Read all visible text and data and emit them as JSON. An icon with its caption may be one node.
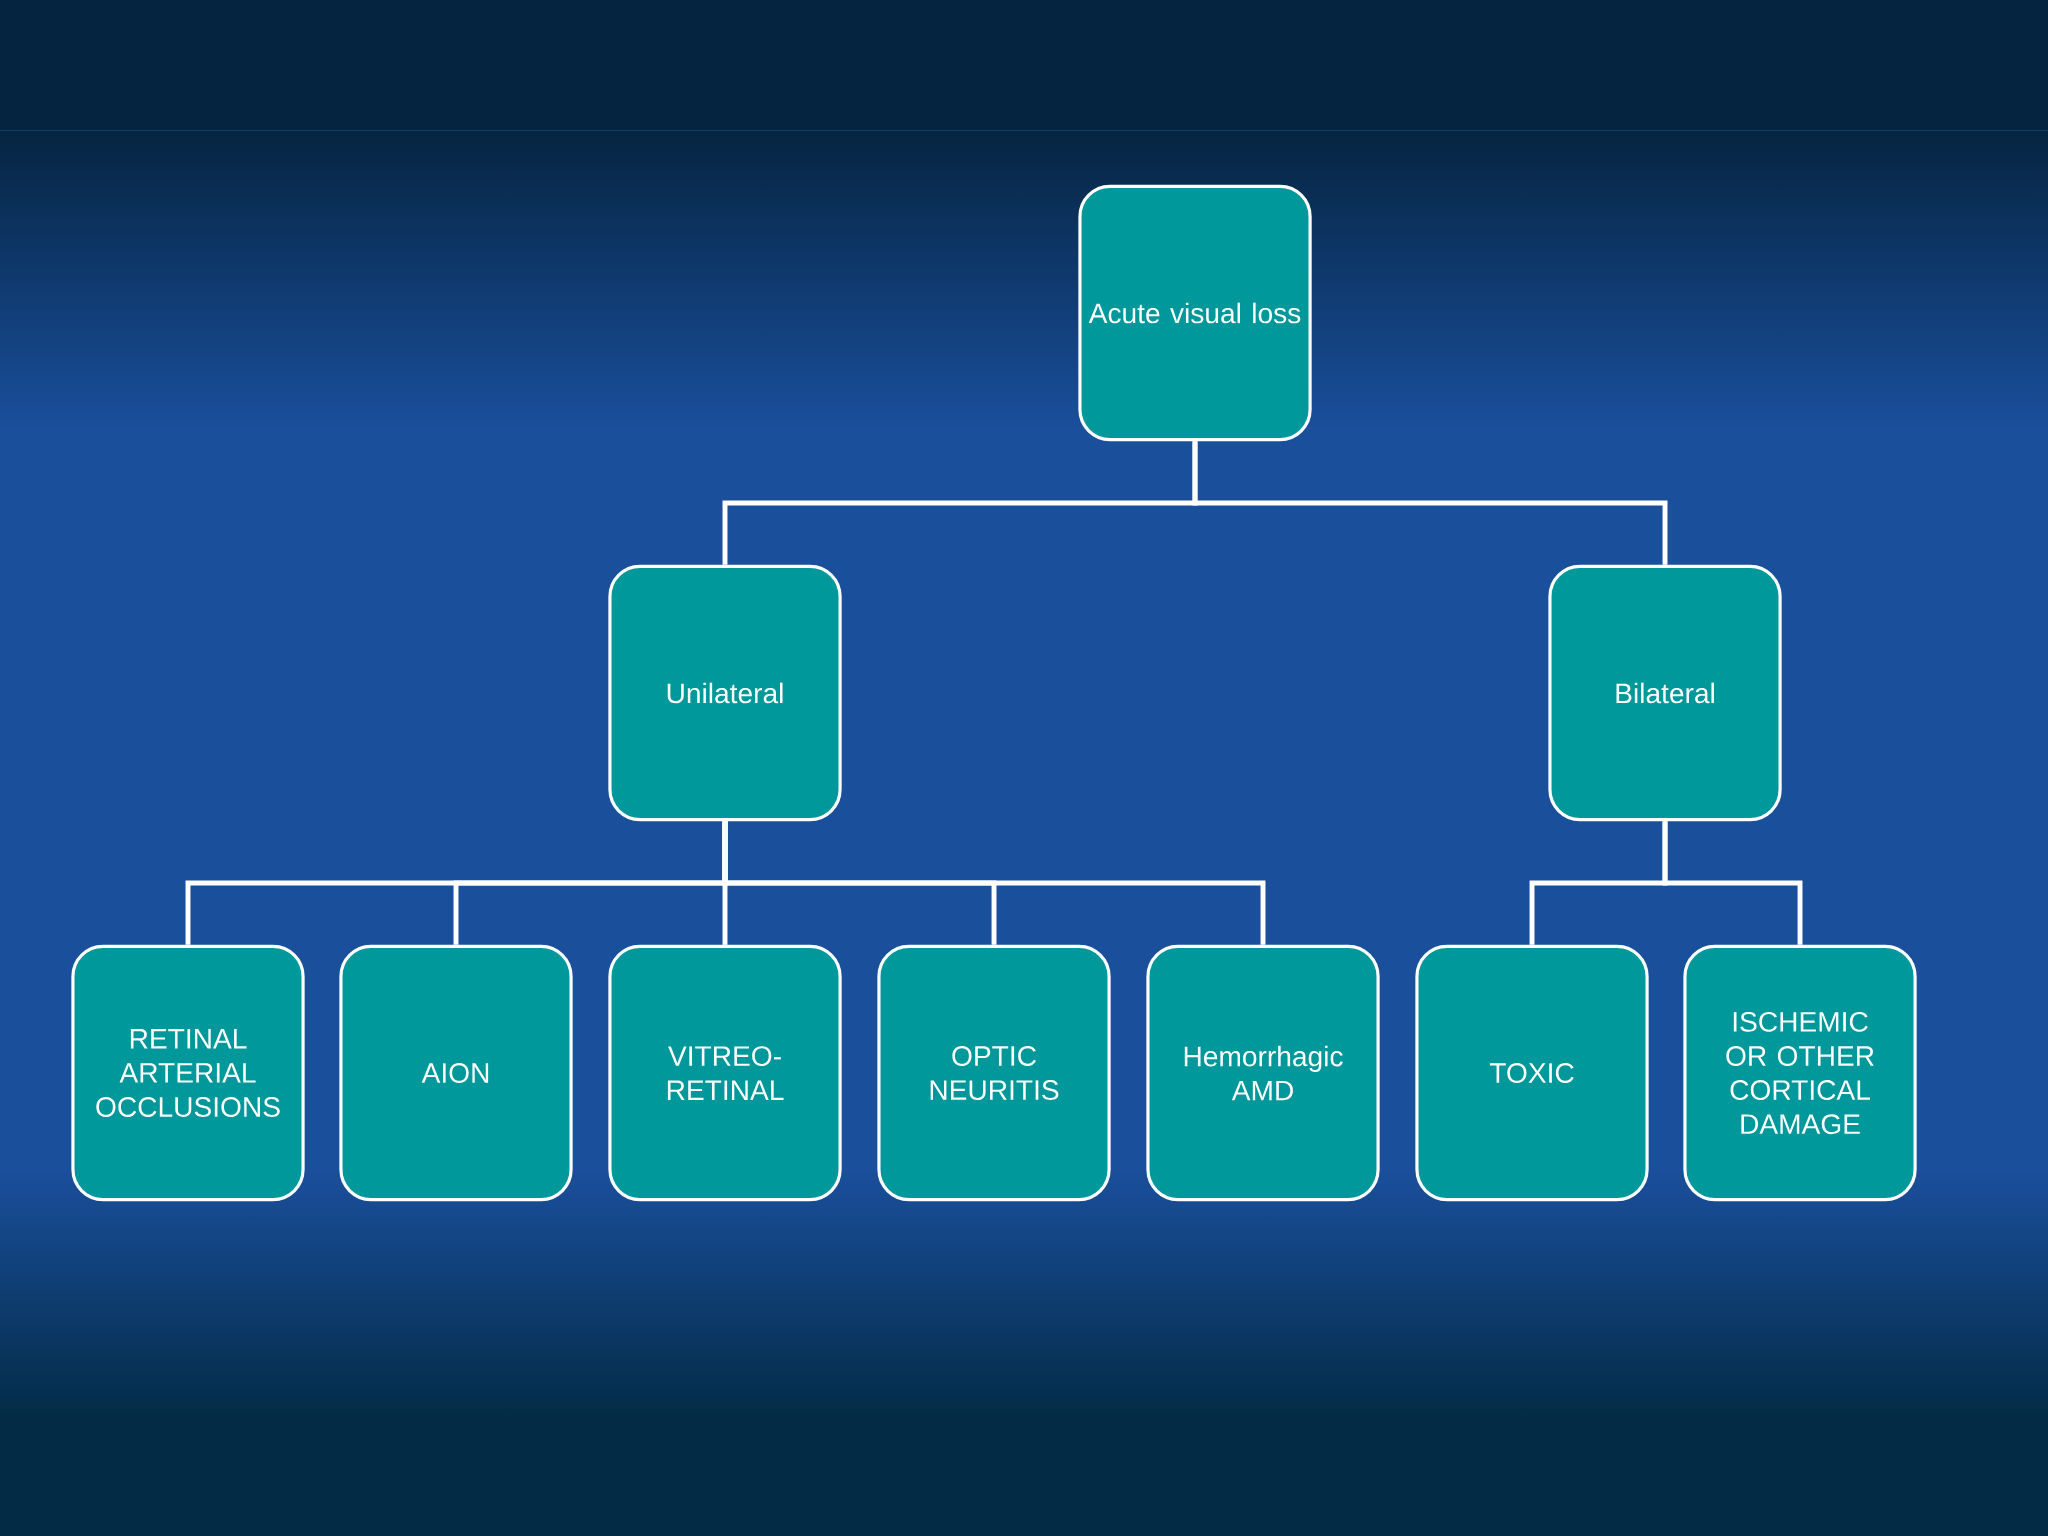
{
  "diagram": {
    "nodes": [
      {
        "text": [
          "Acute visual loss"
        ]
      },
      {
        "text": [
          "Unilateral"
        ]
      },
      {
        "text": [
          "Bilateral"
        ]
      },
      {
        "text": [
          "RETINAL ARTERIAL OCCLUSIONS"
        ]
      },
      {
        "text": [
          "AION"
        ]
      },
      {
        "text": [
          "VITREO- RETINAL"
        ]
      },
      {
        "text": [
          "OPTIC NEURITIS"
        ]
      },
      {
        "text": [
          "Hemorrhagic AMD"
        ]
      },
      {
        "text": [
          "TOXIC"
        ]
      },
      {
        "text": [
          "ISCHEMIC OR OTHER CORTICAL DAMAGE"
        ]
      }
    ],
    "edges": [
      {
        "from": 0,
        "to": 1,
        "arrow": "none"
      },
      {
        "from": 0,
        "to": 2,
        "arrow": "none"
      },
      {
        "from": 1,
        "to": 3,
        "arrow": "none"
      },
      {
        "from": 1,
        "to": 4,
        "arrow": "none"
      },
      {
        "from": 1,
        "to": 5,
        "arrow": "none"
      },
      {
        "from": 1,
        "to": 6,
        "arrow": "none"
      },
      {
        "from": 1,
        "to": 7,
        "arrow": "none"
      },
      {
        "from": 2,
        "to": 8,
        "arrow": "none"
      },
      {
        "from": 2,
        "to": 9,
        "arrow": "none"
      }
    ]
  }
}
